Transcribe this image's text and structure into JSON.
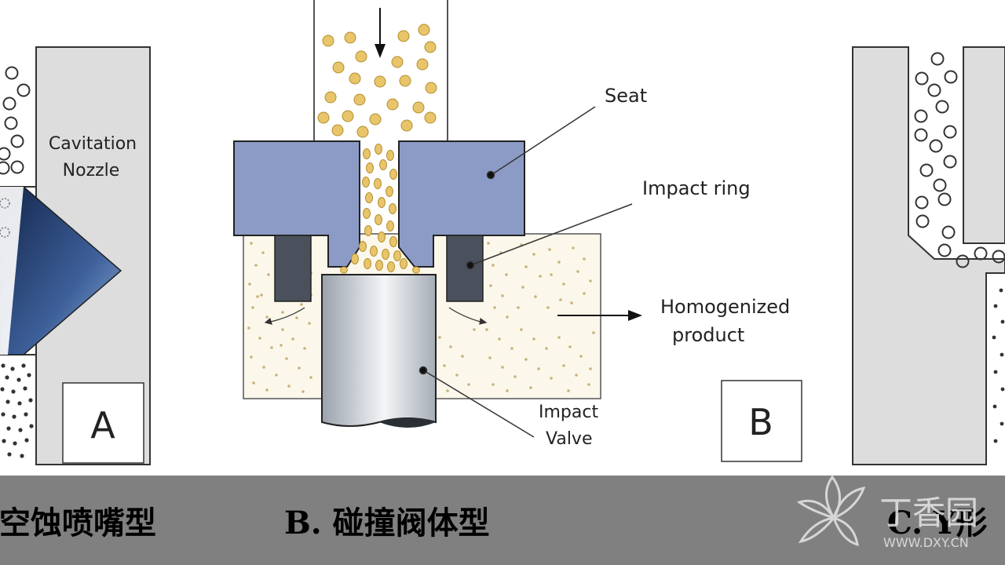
{
  "panels": {
    "a": {
      "nozzle_label_line1": "Cavitation",
      "nozzle_label_line2": "Nozzle",
      "letter": "A",
      "caption": "A. 空蚀喷嘴型"
    },
    "b": {
      "seat_label": "Seat",
      "impact_ring_label": "Impact ring",
      "product_label_line1": "Homogenized",
      "product_label_line2": "product",
      "valve_label_line1": "Impact",
      "valve_label_line2": "Valve",
      "letter": "B",
      "caption": "B. 碰撞阀体型"
    },
    "c": {
      "caption": "C. Y形"
    }
  },
  "watermark": {
    "text": "丁香园",
    "url": "WWW.DXY.CN"
  },
  "colors": {
    "caption_bar": "#808080",
    "seat_fill": "#8c9bc6",
    "ring_fill": "#4a505c",
    "particle_fill": "#e8c46a",
    "nozzle_gray": "#dddddd"
  }
}
